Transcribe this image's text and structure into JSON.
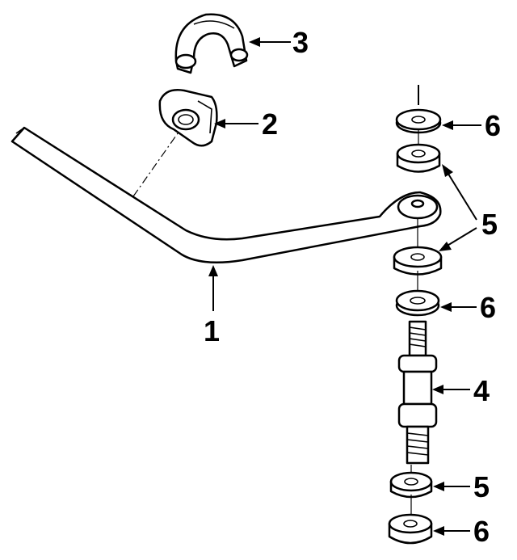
{
  "callouts": [
    {
      "id": "c1",
      "label": "1"
    },
    {
      "id": "c2",
      "label": "2"
    },
    {
      "id": "c3",
      "label": "3"
    },
    {
      "id": "c4",
      "label": "4"
    },
    {
      "id": "c5a",
      "label": "5"
    },
    {
      "id": "c5b",
      "label": "5"
    },
    {
      "id": "c6a",
      "label": "6"
    },
    {
      "id": "c6b",
      "label": "6"
    },
    {
      "id": "c6c",
      "label": "6"
    }
  ]
}
